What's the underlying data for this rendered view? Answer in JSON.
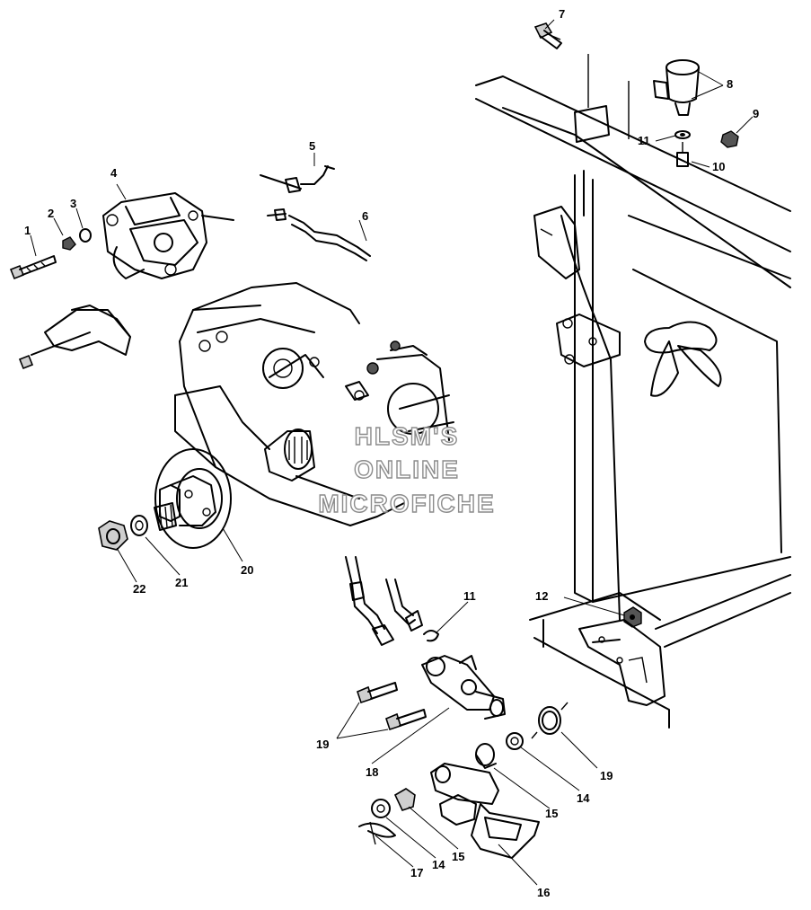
{
  "watermark": {
    "line1": "HLSM'S",
    "line2": "ONLINE",
    "line3": "MICROFICHE"
  },
  "callouts": {
    "c1": "1",
    "c2": "2",
    "c3": "3",
    "c4": "4",
    "c5": "5",
    "c6": "6",
    "c7": "7",
    "c8": "8",
    "c9": "9",
    "c10": "10",
    "c11a": "11",
    "c11b": "11",
    "c12": "12",
    "c14a": "14",
    "c14b": "14",
    "c15a": "15",
    "c15b": "15",
    "c16": "16",
    "c17": "17",
    "c18": "18",
    "c19a": "19",
    "c19b": "19",
    "c20": "20",
    "c21": "21",
    "c22": "22"
  }
}
